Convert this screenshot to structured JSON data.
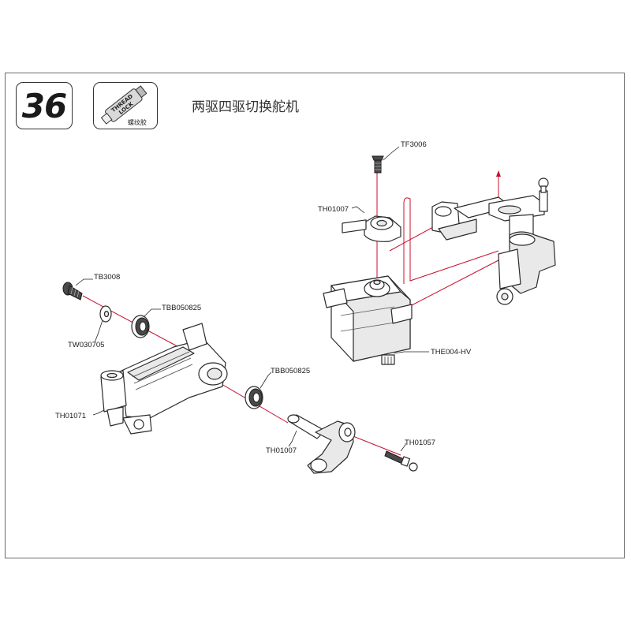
{
  "header": {
    "step_number": "36",
    "thread_lock_line1": "THREAD",
    "thread_lock_line2": "LOCK",
    "thread_lock_caption": "螺纹胶",
    "title": "两驱四驱切换舵机"
  },
  "parts": {
    "tf3006": "TF3006",
    "th01007_top": "TH01007",
    "the004hv": "THE004-HV",
    "tb3008": "TB3008",
    "tbb050825_a": "TBB050825",
    "tw030705": "TW030705",
    "tbb050825_b": "TBB050825",
    "th01071": "TH01071",
    "th01007_bottom": "TH01007",
    "th01057": "TH01057"
  },
  "colors": {
    "guide_line": "#c8102e",
    "outline": "#2a2a2a"
  }
}
